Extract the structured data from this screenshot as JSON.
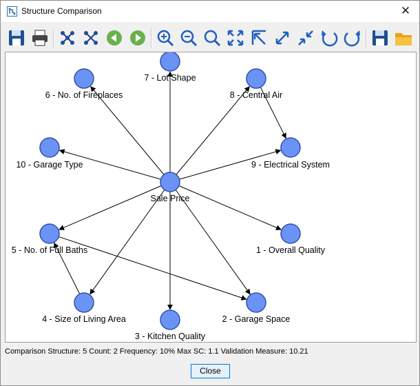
{
  "window": {
    "title": "Structure Comparison",
    "close_glyph": "✕"
  },
  "toolbar": {
    "buttons": [
      {
        "name": "save-icon",
        "group": 1
      },
      {
        "name": "print-icon",
        "group": 1
      },
      {
        "name": "expand-graph-icon",
        "group": 2
      },
      {
        "name": "collapse-graph-icon",
        "group": 2
      },
      {
        "name": "back-icon",
        "group": 2
      },
      {
        "name": "forward-icon",
        "group": 2
      },
      {
        "name": "zoom-in-icon",
        "group": 3
      },
      {
        "name": "zoom-out-icon",
        "group": 3
      },
      {
        "name": "zoom-reset-icon",
        "group": 3
      },
      {
        "name": "fit-to-window-icon",
        "group": 3
      },
      {
        "name": "move-to-top-left-icon",
        "group": 3
      },
      {
        "name": "expand-icon",
        "group": 3
      },
      {
        "name": "shrink-icon",
        "group": 3
      },
      {
        "name": "rotate-counterclockwise-icon",
        "group": 3
      },
      {
        "name": "rotate-clockwise-icon",
        "group": 3
      },
      {
        "name": "save-file-icon",
        "group": 4
      },
      {
        "name": "open-folder-icon",
        "group": 4
      }
    ]
  },
  "graph": {
    "node_color": "#6b93f5",
    "node_border": "#2f4fa8",
    "nodes": [
      {
        "id": "sale",
        "label": "Sale Price"
      },
      {
        "id": "n7",
        "label": "7 - Lot Shape"
      },
      {
        "id": "n6",
        "label": "6 - No. of Fireplaces"
      },
      {
        "id": "n8",
        "label": "8 - Central Air"
      },
      {
        "id": "n10",
        "label": "10 - Garage Type"
      },
      {
        "id": "n9",
        "label": "9 - Electrical System"
      },
      {
        "id": "n5",
        "label": "5 - No. of Full Baths"
      },
      {
        "id": "n1",
        "label": "1 - Overall Quality"
      },
      {
        "id": "n4",
        "label": "4 - Size of Living Area"
      },
      {
        "id": "n2",
        "label": "2 - Garage Space"
      },
      {
        "id": "n3",
        "label": "3 - Kitchen Quality"
      }
    ],
    "edges": [
      {
        "from": "sale",
        "to": "n7"
      },
      {
        "from": "sale",
        "to": "n6"
      },
      {
        "from": "sale",
        "to": "n8"
      },
      {
        "from": "sale",
        "to": "n10"
      },
      {
        "from": "sale",
        "to": "n9"
      },
      {
        "from": "sale",
        "to": "n5"
      },
      {
        "from": "sale",
        "to": "n1"
      },
      {
        "from": "sale",
        "to": "n4"
      },
      {
        "from": "sale",
        "to": "n2"
      },
      {
        "from": "sale",
        "to": "n3"
      },
      {
        "from": "n8",
        "to": "n9"
      },
      {
        "from": "n5",
        "to": "n2"
      },
      {
        "from": "n4",
        "to": "n5"
      }
    ]
  },
  "status": {
    "text": "Comparison Structure: 5 Count: 2 Frequency: 10% Max SC: 1.1 Validation Measure: 10.21"
  },
  "buttons": {
    "close_label": "Close"
  }
}
